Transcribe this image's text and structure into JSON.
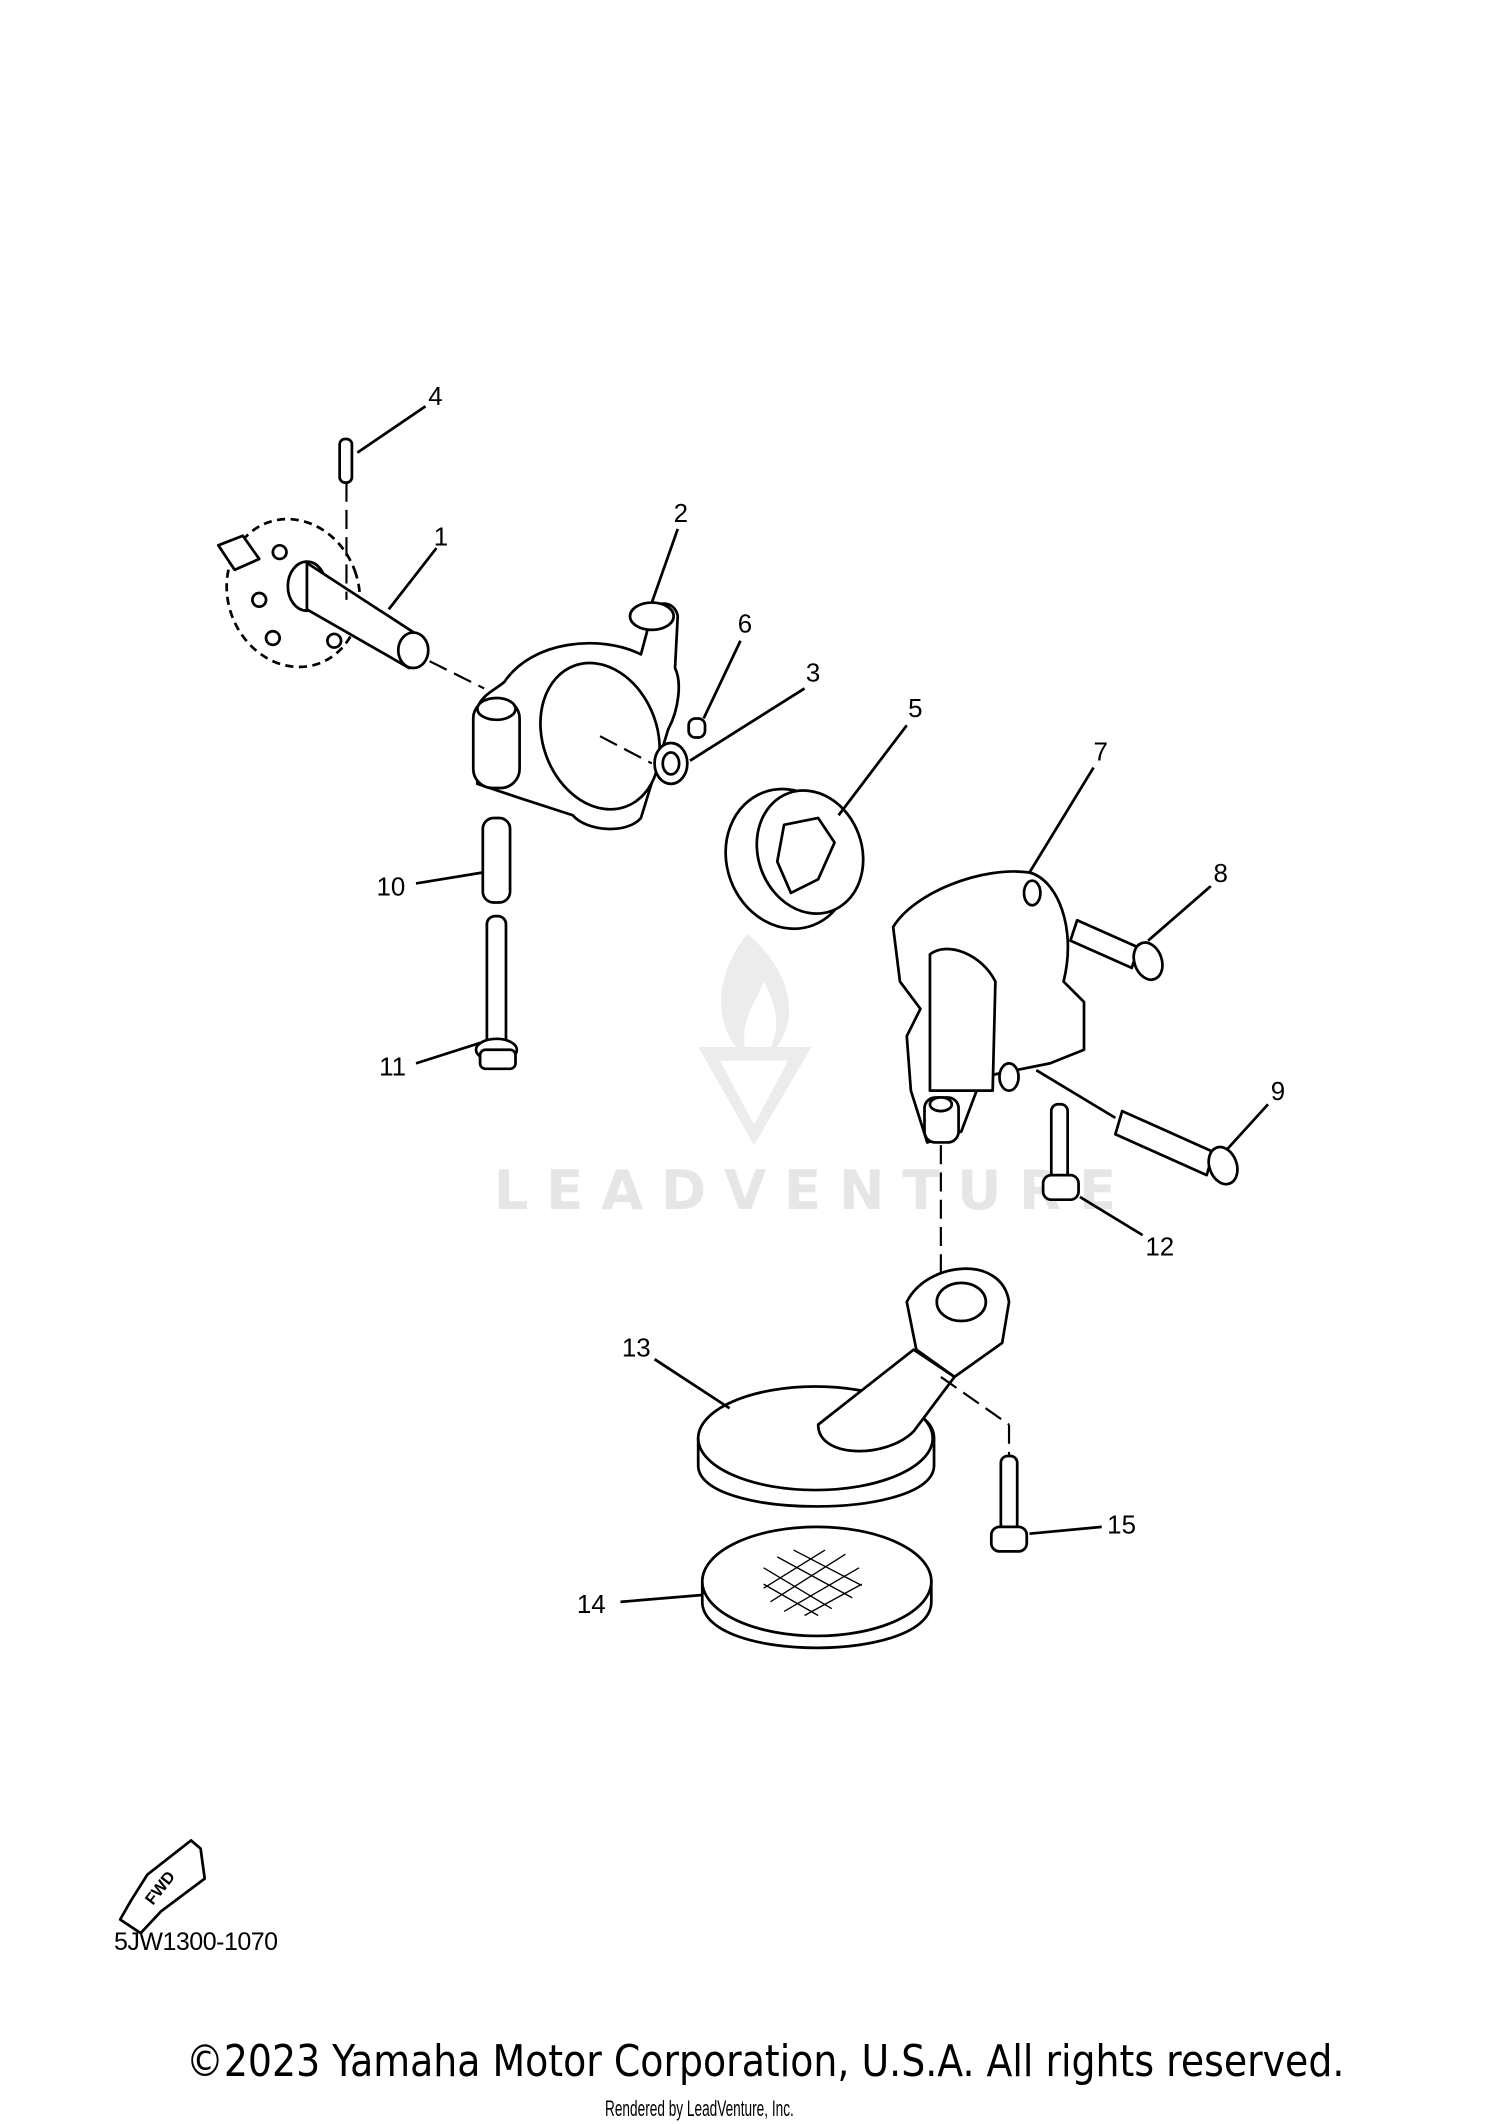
{
  "diagram": {
    "callouts": [
      "1",
      "2",
      "3",
      "4",
      "5",
      "6",
      "7",
      "8",
      "9",
      "10",
      "11",
      "12",
      "13",
      "14",
      "15"
    ],
    "fwd_label": "FWD",
    "watermark": "LEADVENTURE",
    "line_color": "#000000",
    "watermark_color": "#e6e6e6"
  },
  "footer": {
    "diagram_code": "5JW1300-1070",
    "copyright": "©2023 Yamaha Motor Corporation, U.S.A. All rights reserved.",
    "rendered_by": "Rendered by LeadVenture, Inc."
  }
}
